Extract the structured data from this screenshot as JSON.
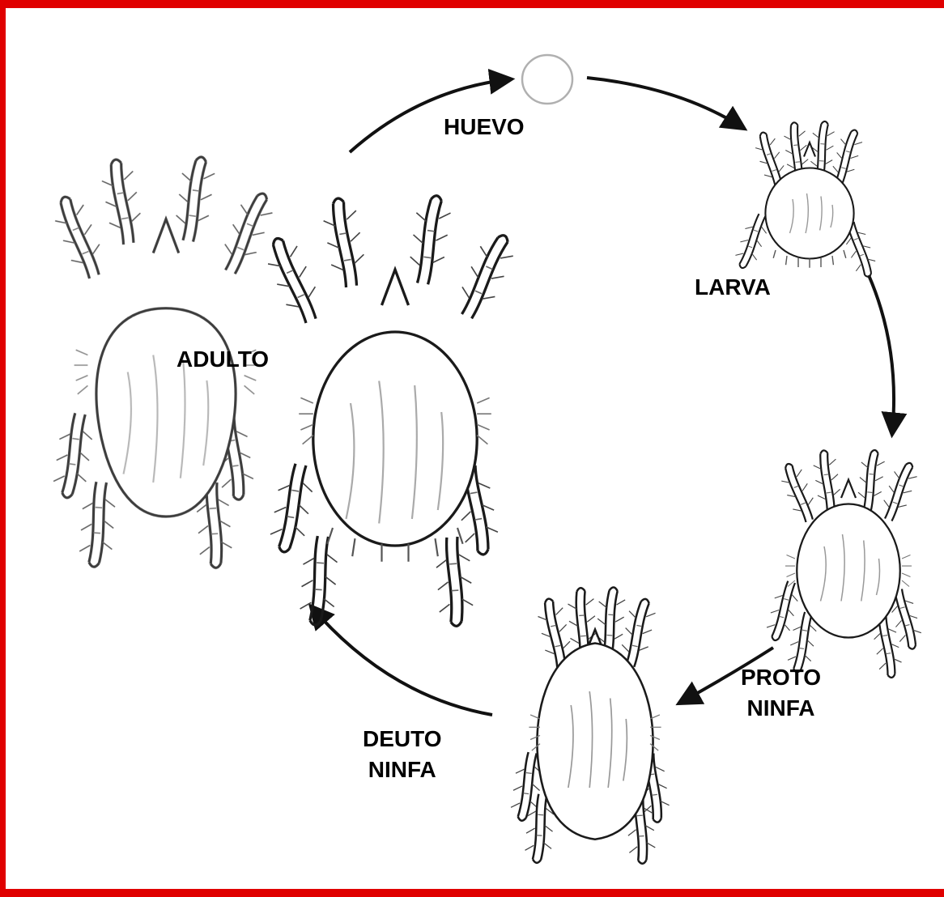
{
  "stages": {
    "egg": {
      "label": "HUEVO"
    },
    "larva": {
      "label": "LARVA"
    },
    "protonymph": {
      "line1": "PROTO",
      "line2": "NINFA"
    },
    "deutonymph": {
      "line1": "DEUTO",
      "line2": "NINFA"
    },
    "adult": {
      "label": "ADULTO"
    }
  },
  "colors": {
    "border": "#e00000",
    "ink": "#1a1a1a",
    "shade": "#9a9a9a",
    "egg_outline": "#b0b0b0",
    "arrow": "#111111"
  },
  "icons": [
    "egg-icon",
    "larva-mite-icon",
    "protonymph-mite-icon",
    "deutonymph-mite-icon",
    "adult-mite-icon",
    "arrow-icon"
  ]
}
